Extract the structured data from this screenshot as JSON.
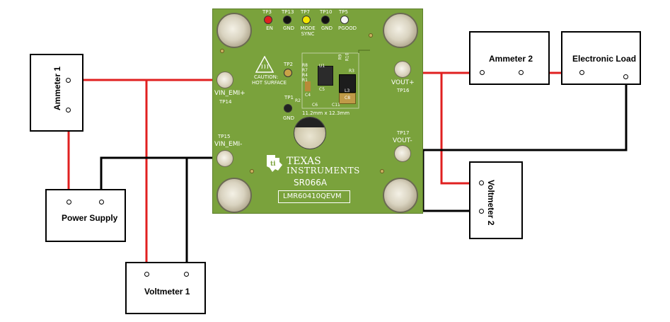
{
  "colors": {
    "positive_wire": "#e02020",
    "negative_wire": "#000000",
    "board": "#7aa23c",
    "silk": "#ffffff"
  },
  "instruments": {
    "ammeter1": "Ammeter 1",
    "ammeter2": "Ammeter 2",
    "electronic_load": "Electronic Load",
    "power_supply": "Power Supply",
    "voltmeter1": "Voltmeter 1",
    "voltmeter2": "Voltmeter 2"
  },
  "board": {
    "test_points": [
      {
        "id": "TP3",
        "name": "EN",
        "color": "#e02020"
      },
      {
        "id": "TP13",
        "name": "GND",
        "color": "#111111"
      },
      {
        "id": "TP7",
        "name": "MODE SYNC",
        "color": "#f2e600"
      },
      {
        "id": "TP10",
        "name": "GND",
        "color": "#111111"
      },
      {
        "id": "TP5",
        "name": "PGOOD",
        "color": "#f5f5f5"
      }
    ],
    "caution_line1": "CAUTION:",
    "caution_line2": "HOT SURFACE",
    "tp2": "TP2",
    "tp1": "TP1",
    "gnd": "GND",
    "vin_pos_label": "VIN_EMI+",
    "vin_pos_tp": "TP14",
    "vin_neg_tp": "TP15",
    "vin_neg_label": "VIN_EMI-",
    "vout_pos_label": "VOUT+",
    "vout_pos_tp": "TP16",
    "vout_neg_tp": "TP17",
    "vout_neg_label": "VOUT-",
    "component_refs": [
      "R8",
      "R7",
      "R4",
      "R1",
      "U1",
      "R3",
      "C4",
      "C5",
      "L3",
      "C6",
      "C8",
      "C11",
      "R2",
      "R9",
      "R10"
    ],
    "dimensions": "11.2mm x 12.3mm",
    "brand_line1": "TEXAS",
    "brand_line2": "INSTRUMENTS",
    "board_code": "SR066A",
    "board_name": "LMR60410QEVM"
  }
}
